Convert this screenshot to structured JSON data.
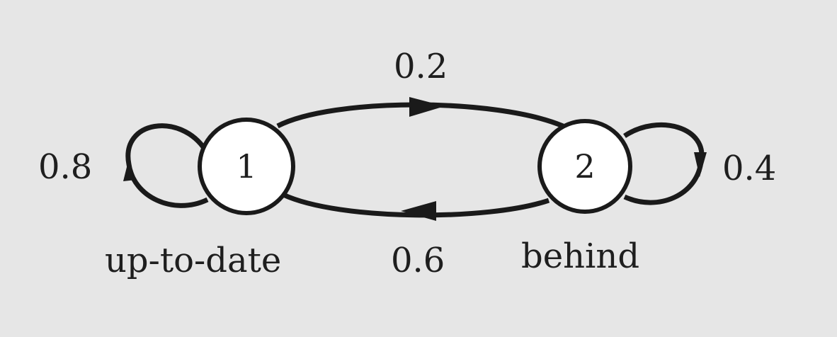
{
  "diagram": {
    "nodes": [
      {
        "id": "1",
        "label": "1",
        "caption": "up-to-date"
      },
      {
        "id": "2",
        "label": "2",
        "caption": "behind"
      }
    ],
    "edges": [
      {
        "from": "1",
        "to": "1",
        "weight": "0.8"
      },
      {
        "from": "1",
        "to": "2",
        "weight": "0.2"
      },
      {
        "from": "2",
        "to": "1",
        "weight": "0.6"
      },
      {
        "from": "2",
        "to": "2",
        "weight": "0.4"
      }
    ]
  }
}
